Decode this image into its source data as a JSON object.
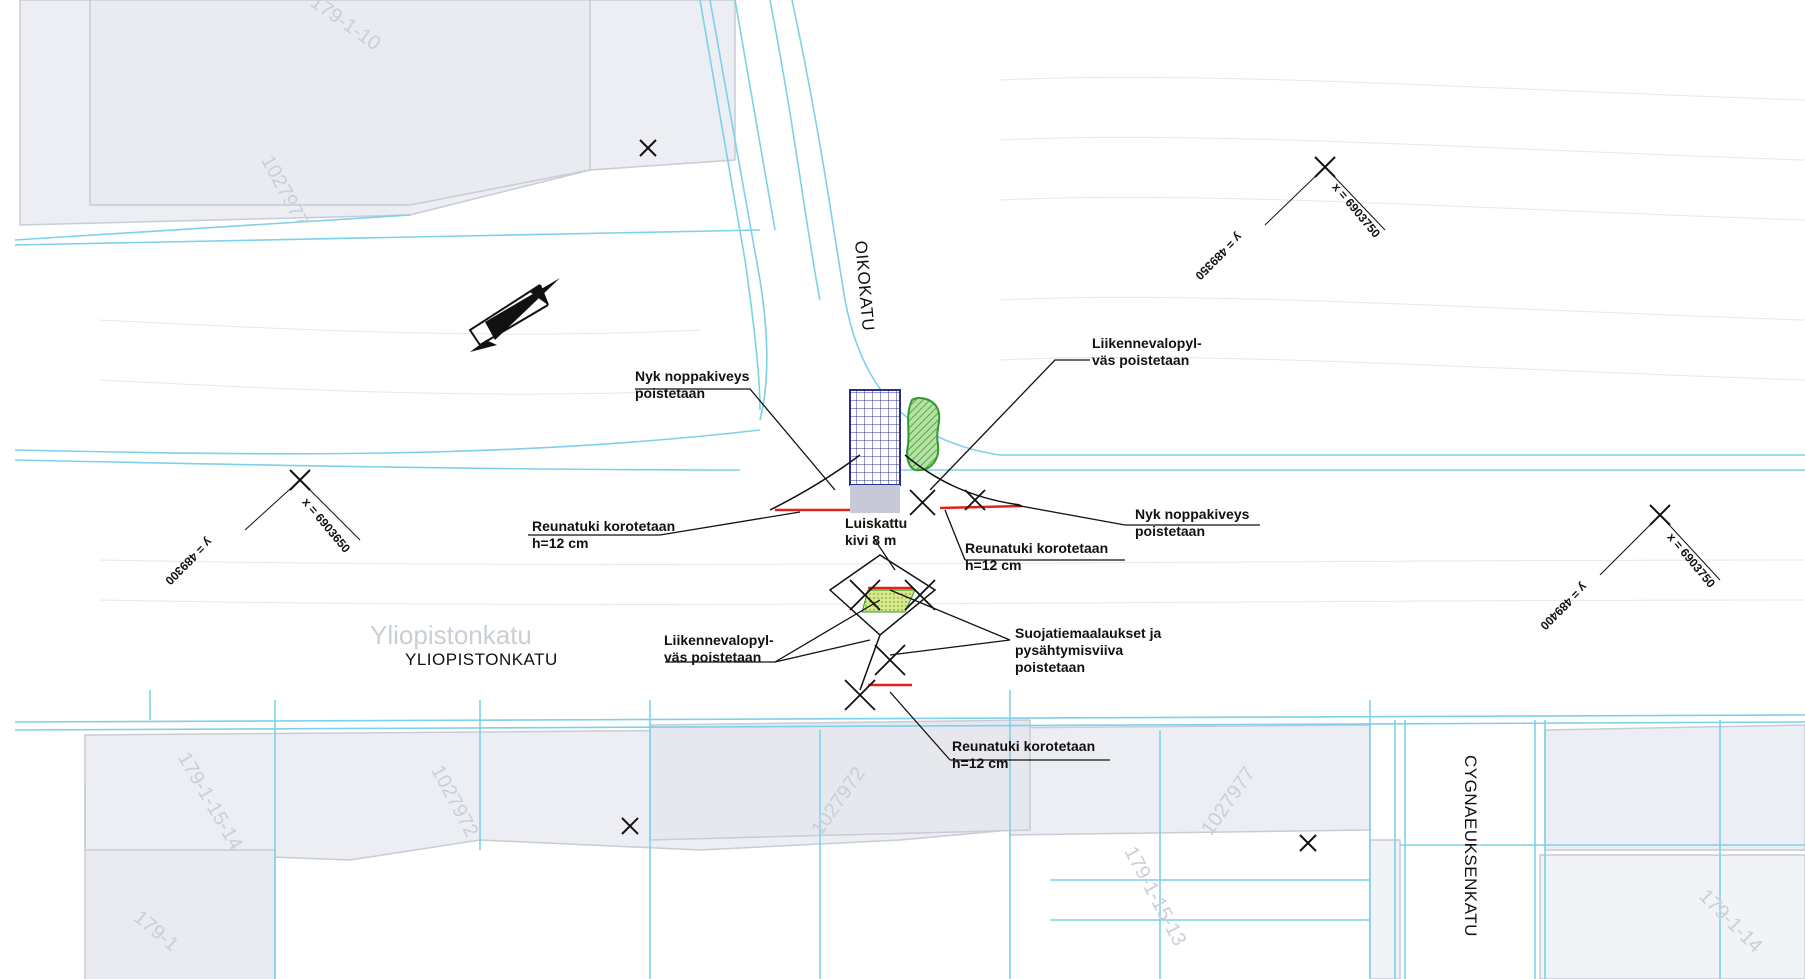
{
  "streets": {
    "oikokatu": "OIKOKATU",
    "yliopistonkatu": "YLIOPISTONKATU",
    "cygnaeuksenkatu": "CYGNAEUKSENKATU"
  },
  "annotations": {
    "nyk_noppakiveys_1": [
      "Nyk noppakiveys",
      "poistetaan"
    ],
    "liikennevalopylvas_1": [
      "Liikennevalopyl-",
      "väs poistetaan"
    ],
    "reunatuki_1": [
      "Reunatuki korotetaan",
      "h=12 cm"
    ],
    "luiskattu": [
      "Luiskattu",
      "kivi 8 m"
    ],
    "reunatuki_2": [
      "Reunatuki korotetaan",
      "h=12 cm"
    ],
    "nyk_noppakiveys_2": [
      "Nyk noppakiveys",
      "poistetaan"
    ],
    "liikennevalopylvas_2": [
      "Liikennevalopyl-",
      "väs poistetaan"
    ],
    "suojatiemerkinnat": [
      "Suojatiemaalaukset ja",
      "pysähtymisviiva",
      "poistetaan"
    ],
    "reunatuki_3": [
      "Reunatuki korotetaan",
      "h=12 cm"
    ]
  },
  "coordinates": {
    "c1": {
      "y": "y = 489300",
      "x": "x = 6903650"
    },
    "c2": {
      "y": "y = 489350",
      "x": "x = 6903750"
    },
    "c3": {
      "y": "y = 489400",
      "x": "x = 6903750"
    }
  },
  "parcels": {
    "p1": "1027977",
    "p2": "1027972",
    "p3": "1027972",
    "p4": "1027977",
    "p5": "179-1-15-13",
    "p6": "179-1-14",
    "p7": "179-1",
    "p8": "179-1-10",
    "p9": "179-1-15-14",
    "p10": "Yliopistonkatu"
  },
  "colors": {
    "street_lines": "#7fd0ea",
    "building_fill": "#eceef3",
    "building_outline": "#c8ccd4",
    "curb_raise": "#e2231a",
    "paving_hatch": "#2b2f8c",
    "green_area": "#2e9b2e",
    "yellow_fill": "#d9e88a",
    "leader_line": "#111111"
  }
}
